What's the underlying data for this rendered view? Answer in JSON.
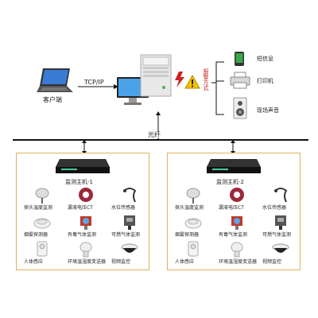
{
  "client": {
    "label": "客户端"
  },
  "protocol": {
    "label": "TCP/IP"
  },
  "alarm": {
    "label": "报警方式"
  },
  "outputs": [
    {
      "label": "短信息",
      "icon": "phone-icon"
    },
    {
      "label": "打印机",
      "icon": "printer-icon"
    },
    {
      "label": "现场声音",
      "icon": "speaker-icon"
    }
  ],
  "bus": {
    "label": "光纤"
  },
  "hosts": [
    {
      "title": "监测主机-1",
      "sensors": [
        {
          "label": "探头温度监测",
          "icon": "temperature-probe-icon"
        },
        {
          "label": "漏液电压CT",
          "icon": "current-transformer-icon"
        },
        {
          "label": "水位传感器",
          "icon": "water-level-sensor-icon"
        },
        {
          "label": "烟雾探测器",
          "icon": "smoke-detector-icon"
        },
        {
          "label": "有毒气体监测",
          "icon": "toxic-gas-detector-icon"
        },
        {
          "label": "可燃气体监测",
          "icon": "combustible-gas-detector-icon"
        },
        {
          "label": "人体感应",
          "icon": "motion-sensor-icon"
        },
        {
          "label": "环境温湿度变送器",
          "icon": "humidity-transmitter-icon"
        },
        {
          "label": "视频监控",
          "icon": "dome-camera-icon"
        }
      ]
    },
    {
      "title": "监测主机-2",
      "sensors": [
        {
          "label": "探头温度监测",
          "icon": "temperature-probe-icon"
        },
        {
          "label": "漏液电压CT",
          "icon": "current-transformer-icon"
        },
        {
          "label": "水位传感器",
          "icon": "water-level-sensor-icon"
        },
        {
          "label": "烟雾探测器",
          "icon": "smoke-detector-icon"
        },
        {
          "label": "有毒气体监测",
          "icon": "toxic-gas-detector-icon"
        },
        {
          "label": "可燃气体监测",
          "icon": "combustible-gas-detector-icon"
        },
        {
          "label": "人体感应",
          "icon": "motion-sensor-icon"
        },
        {
          "label": "环境温湿度变送器",
          "icon": "humidity-transmitter-icon"
        },
        {
          "label": "视频监控",
          "icon": "dome-camera-icon"
        }
      ]
    }
  ],
  "colors": {
    "box_border": "#e0b25a",
    "alarm": "#cc2222",
    "bus": "#111111"
  }
}
